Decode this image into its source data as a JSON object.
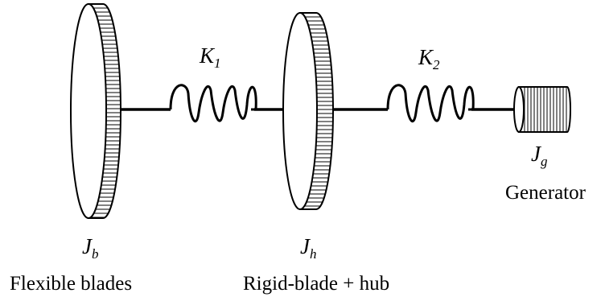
{
  "colors": {
    "ink": "#000000",
    "background": "#ffffff"
  },
  "spring1": {
    "symbol": "K",
    "subscript": "1"
  },
  "spring2": {
    "symbol": "K",
    "subscript": "2"
  },
  "blades": {
    "symbol": "J",
    "subscript": "b",
    "caption": "Flexible blades"
  },
  "hub": {
    "symbol": "J",
    "subscript": "h",
    "caption": "Rigid-blade + hub"
  },
  "generator": {
    "symbol": "J",
    "subscript": "g",
    "caption": "Generator"
  }
}
